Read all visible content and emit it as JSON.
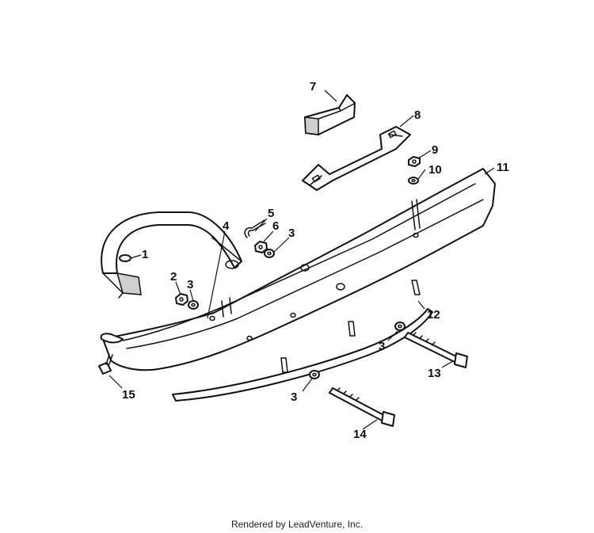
{
  "callouts": {
    "c1": "1",
    "c2": "2",
    "c3a": "3",
    "c3b": "3",
    "c3c": "3",
    "c3d": "3",
    "c4": "4",
    "c5": "5",
    "c6": "6",
    "c7": "7",
    "c8": "8",
    "c9": "9",
    "c10": "10",
    "c11": "11",
    "c12": "12",
    "c13": "13",
    "c14": "14",
    "c15": "15"
  },
  "footer": {
    "credit": "Rendered by LeadVenture, Inc."
  }
}
